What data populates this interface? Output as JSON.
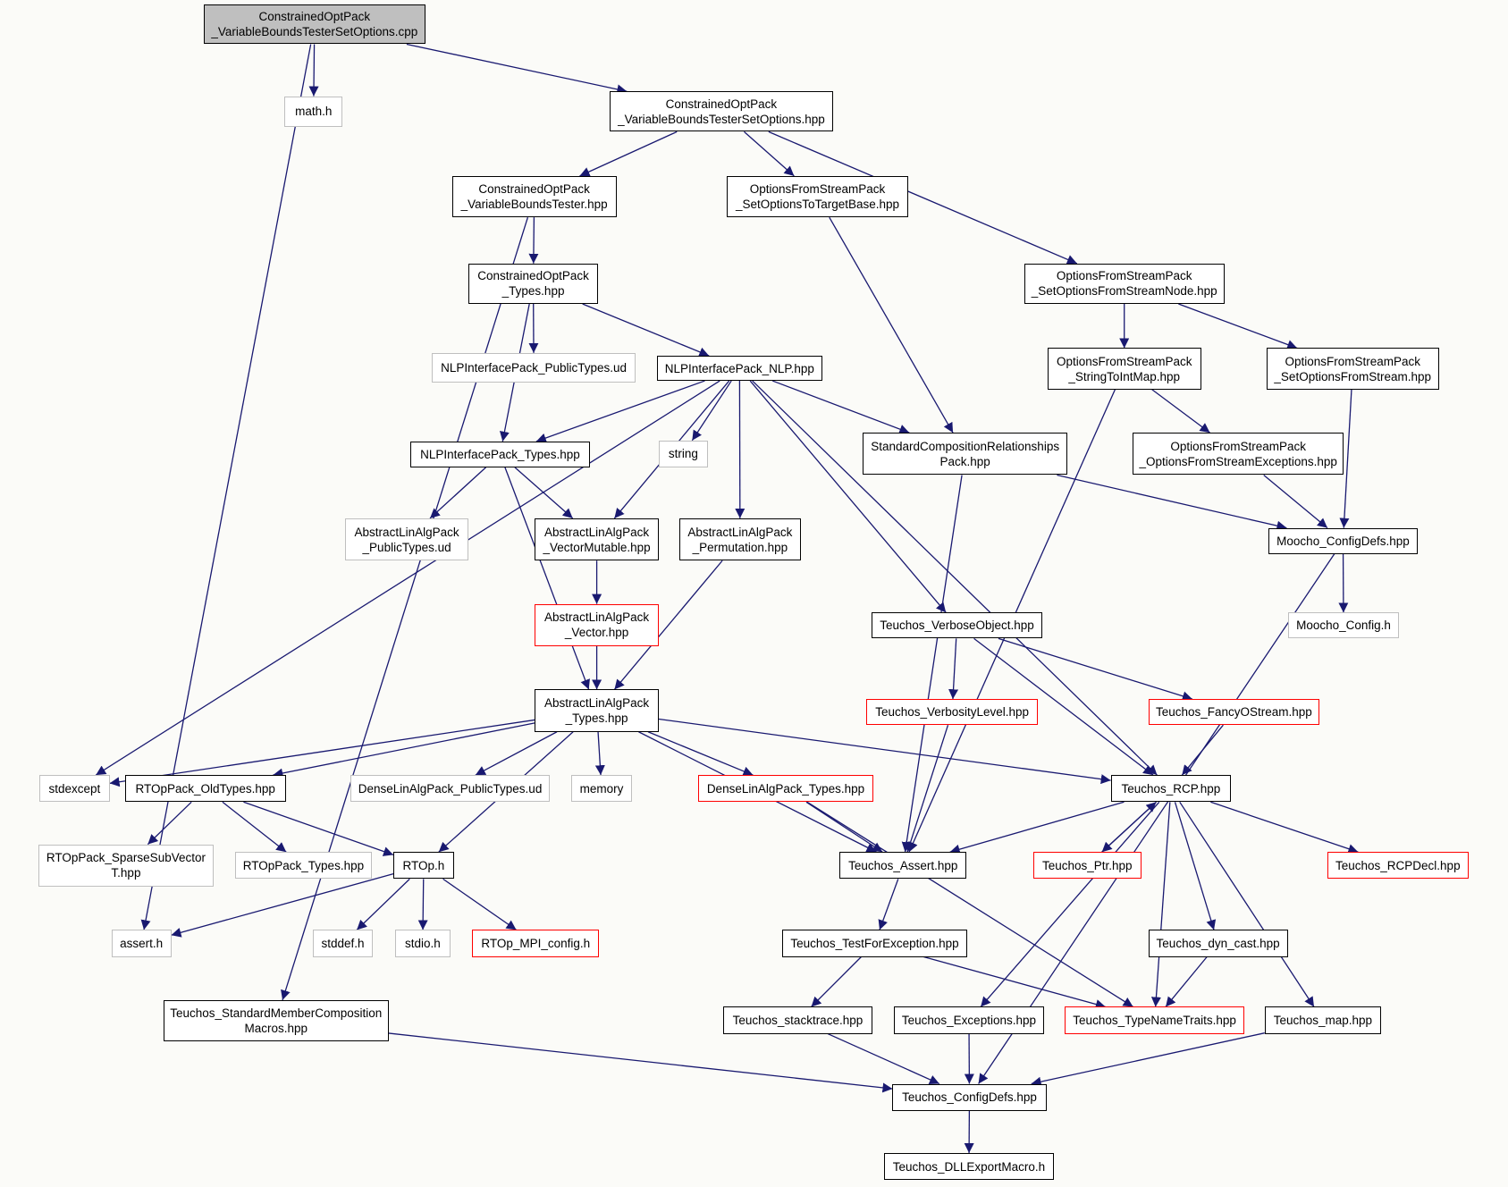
{
  "colors": {
    "edge": "#191970",
    "normal_border": "#000000",
    "external_border": "#bfbfbf",
    "truncated_border": "#ff0000",
    "root_fill": "#bfbfbf",
    "background": "#fbfbf8"
  },
  "nodes": [
    {
      "id": "root",
      "lines": [
        "ConstrainedOptPack",
        "_VariableBoundsTesterSetOptions.cpp"
      ],
      "kind": "root"
    },
    {
      "id": "math_h",
      "lines": [
        "math.h"
      ],
      "kind": "external"
    },
    {
      "id": "vbtso_hpp",
      "lines": [
        "ConstrainedOptPack",
        "_VariableBoundsTesterSetOptions.hpp"
      ],
      "kind": "normal"
    },
    {
      "id": "vbt_hpp",
      "lines": [
        "ConstrainedOptPack",
        "_VariableBoundsTester.hpp"
      ],
      "kind": "normal"
    },
    {
      "id": "sotb_hpp",
      "lines": [
        "OptionsFromStreamPack",
        "_SetOptionsToTargetBase.hpp"
      ],
      "kind": "normal"
    },
    {
      "id": "sofsn_hpp",
      "lines": [
        "OptionsFromStreamPack",
        "_SetOptionsFromStreamNode.hpp"
      ],
      "kind": "normal"
    },
    {
      "id": "cop_types",
      "lines": [
        "ConstrainedOptPack",
        "_Types.hpp"
      ],
      "kind": "normal"
    },
    {
      "id": "nlp_pub_ud",
      "lines": [
        "NLPInterfacePack_PublicTypes.ud"
      ],
      "kind": "external"
    },
    {
      "id": "nlp_hpp",
      "lines": [
        "NLPInterfacePack_NLP.hpp"
      ],
      "kind": "normal"
    },
    {
      "id": "stim_hpp",
      "lines": [
        "OptionsFromStreamPack",
        "_StringToIntMap.hpp"
      ],
      "kind": "normal"
    },
    {
      "id": "sofs_hpp",
      "lines": [
        "OptionsFromStreamPack",
        "_SetOptionsFromStream.hpp"
      ],
      "kind": "normal"
    },
    {
      "id": "nlp_types",
      "lines": [
        "NLPInterfacePack_Types.hpp"
      ],
      "kind": "normal"
    },
    {
      "id": "string",
      "lines": [
        "string"
      ],
      "kind": "external"
    },
    {
      "id": "scrp_hpp",
      "lines": [
        "StandardCompositionRelationships",
        "Pack.hpp"
      ],
      "kind": "normal"
    },
    {
      "id": "ofse_hpp",
      "lines": [
        "OptionsFromStreamPack",
        "_OptionsFromStreamExceptions.hpp"
      ],
      "kind": "normal"
    },
    {
      "id": "ala_pub_ud",
      "lines": [
        "AbstractLinAlgPack",
        "_PublicTypes.ud"
      ],
      "kind": "external"
    },
    {
      "id": "ala_vm",
      "lines": [
        "AbstractLinAlgPack",
        "_VectorMutable.hpp"
      ],
      "kind": "normal"
    },
    {
      "id": "ala_perm",
      "lines": [
        "AbstractLinAlgPack",
        "_Permutation.hpp"
      ],
      "kind": "normal"
    },
    {
      "id": "moocho_cd",
      "lines": [
        "Moocho_ConfigDefs.hpp"
      ],
      "kind": "normal"
    },
    {
      "id": "ala_vec",
      "lines": [
        "AbstractLinAlgPack",
        "_Vector.hpp"
      ],
      "kind": "truncated"
    },
    {
      "id": "moocho_cfg",
      "lines": [
        "Moocho_Config.h"
      ],
      "kind": "external"
    },
    {
      "id": "t_vo",
      "lines": [
        "Teuchos_VerboseObject.hpp"
      ],
      "kind": "normal"
    },
    {
      "id": "ala_types",
      "lines": [
        "AbstractLinAlgPack",
        "_Types.hpp"
      ],
      "kind": "normal"
    },
    {
      "id": "t_vl",
      "lines": [
        "Teuchos_VerbosityLevel.hpp"
      ],
      "kind": "truncated"
    },
    {
      "id": "t_fos",
      "lines": [
        "Teuchos_FancyOStream.hpp"
      ],
      "kind": "truncated"
    },
    {
      "id": "stdexcept",
      "lines": [
        "stdexcept"
      ],
      "kind": "external"
    },
    {
      "id": "rtop_old",
      "lines": [
        "RTOpPack_OldTypes.hpp"
      ],
      "kind": "normal"
    },
    {
      "id": "dla_pub_ud",
      "lines": [
        "DenseLinAlgPack_PublicTypes.ud"
      ],
      "kind": "external"
    },
    {
      "id": "memory",
      "lines": [
        "memory"
      ],
      "kind": "external"
    },
    {
      "id": "dla_types",
      "lines": [
        "DenseLinAlgPack_Types.hpp"
      ],
      "kind": "truncated"
    },
    {
      "id": "t_rcp",
      "lines": [
        "Teuchos_RCP.hpp"
      ],
      "kind": "normal"
    },
    {
      "id": "rtop_ssv",
      "lines": [
        "RTOpPack_SparseSubVector",
        "T.hpp"
      ],
      "kind": "external"
    },
    {
      "id": "rtop_types",
      "lines": [
        "RTOpPack_Types.hpp"
      ],
      "kind": "external"
    },
    {
      "id": "rtop_h",
      "lines": [
        "RTOp.h"
      ],
      "kind": "normal"
    },
    {
      "id": "t_assert",
      "lines": [
        "Teuchos_Assert.hpp"
      ],
      "kind": "normal"
    },
    {
      "id": "t_ptr",
      "lines": [
        "Teuchos_Ptr.hpp"
      ],
      "kind": "truncated"
    },
    {
      "id": "t_rcpdecl",
      "lines": [
        "Teuchos_RCPDecl.hpp"
      ],
      "kind": "truncated"
    },
    {
      "id": "assert_h",
      "lines": [
        "assert.h"
      ],
      "kind": "external"
    },
    {
      "id": "stddef_h",
      "lines": [
        "stddef.h"
      ],
      "kind": "external"
    },
    {
      "id": "stdio_h",
      "lines": [
        "stdio.h"
      ],
      "kind": "external"
    },
    {
      "id": "rtop_mpi",
      "lines": [
        "RTOp_MPI_config.h"
      ],
      "kind": "truncated"
    },
    {
      "id": "t_tfe",
      "lines": [
        "Teuchos_TestForException.hpp"
      ],
      "kind": "normal"
    },
    {
      "id": "t_dyn",
      "lines": [
        "Teuchos_dyn_cast.hpp"
      ],
      "kind": "normal"
    },
    {
      "id": "t_smcm",
      "lines": [
        "Teuchos_StandardMemberComposition",
        "Macros.hpp"
      ],
      "kind": "normal"
    },
    {
      "id": "t_st",
      "lines": [
        "Teuchos_stacktrace.hpp"
      ],
      "kind": "normal"
    },
    {
      "id": "t_exc",
      "lines": [
        "Teuchos_Exceptions.hpp"
      ],
      "kind": "normal"
    },
    {
      "id": "t_tnt",
      "lines": [
        "Teuchos_TypeNameTraits.hpp"
      ],
      "kind": "truncated"
    },
    {
      "id": "t_map",
      "lines": [
        "Teuchos_map.hpp"
      ],
      "kind": "normal"
    },
    {
      "id": "t_cd",
      "lines": [
        "Teuchos_ConfigDefs.hpp"
      ],
      "kind": "normal"
    },
    {
      "id": "t_dll",
      "lines": [
        "Teuchos_DLLExportMacro.h"
      ],
      "kind": "normal"
    }
  ],
  "edges": [
    [
      "root",
      "math_h"
    ],
    [
      "root",
      "vbtso_hpp"
    ],
    [
      "root",
      "assert_h"
    ],
    [
      "vbtso_hpp",
      "vbt_hpp"
    ],
    [
      "vbtso_hpp",
      "sotb_hpp"
    ],
    [
      "vbtso_hpp",
      "sofsn_hpp"
    ],
    [
      "vbt_hpp",
      "cop_types"
    ],
    [
      "vbt_hpp",
      "t_smcm"
    ],
    [
      "sotb_hpp",
      "scrp_hpp"
    ],
    [
      "sofsn_hpp",
      "stim_hpp"
    ],
    [
      "sofsn_hpp",
      "sofs_hpp"
    ],
    [
      "cop_types",
      "nlp_pub_ud"
    ],
    [
      "cop_types",
      "nlp_hpp"
    ],
    [
      "cop_types",
      "nlp_types"
    ],
    [
      "nlp_hpp",
      "nlp_types"
    ],
    [
      "nlp_hpp",
      "string"
    ],
    [
      "nlp_hpp",
      "scrp_hpp"
    ],
    [
      "nlp_hpp",
      "ala_vm"
    ],
    [
      "nlp_hpp",
      "ala_perm"
    ],
    [
      "nlp_hpp",
      "t_vo"
    ],
    [
      "nlp_hpp",
      "t_rcp"
    ],
    [
      "nlp_hpp",
      "stdexcept"
    ],
    [
      "stim_hpp",
      "ofse_hpp"
    ],
    [
      "stim_hpp",
      "t_assert"
    ],
    [
      "sofs_hpp",
      "moocho_cd"
    ],
    [
      "nlp_types",
      "ala_pub_ud"
    ],
    [
      "nlp_types",
      "ala_vm"
    ],
    [
      "nlp_types",
      "ala_types"
    ],
    [
      "scrp_hpp",
      "moocho_cd"
    ],
    [
      "scrp_hpp",
      "t_assert"
    ],
    [
      "ofse_hpp",
      "moocho_cd"
    ],
    [
      "ala_vm",
      "ala_vec"
    ],
    [
      "ala_vec",
      "ala_types"
    ],
    [
      "ala_perm",
      "ala_types"
    ],
    [
      "moocho_cd",
      "moocho_cfg"
    ],
    [
      "moocho_cd",
      "t_cd"
    ],
    [
      "t_vo",
      "t_vl"
    ],
    [
      "t_vo",
      "t_fos"
    ],
    [
      "t_vo",
      "t_rcp"
    ],
    [
      "t_vl",
      "t_assert"
    ],
    [
      "t_fos",
      "t_rcp"
    ],
    [
      "ala_types",
      "stdexcept"
    ],
    [
      "ala_types",
      "rtop_old"
    ],
    [
      "ala_types",
      "dla_pub_ud"
    ],
    [
      "ala_types",
      "memory"
    ],
    [
      "ala_types",
      "dla_types"
    ],
    [
      "ala_types",
      "t_rcp"
    ],
    [
      "ala_types",
      "rtop_h"
    ],
    [
      "ala_types",
      "t_assert"
    ],
    [
      "rtop_old",
      "rtop_ssv"
    ],
    [
      "rtop_old",
      "rtop_types"
    ],
    [
      "rtop_old",
      "rtop_h"
    ],
    [
      "dla_types",
      "t_assert"
    ],
    [
      "dla_types",
      "t_tnt"
    ],
    [
      "t_rcp",
      "t_assert"
    ],
    [
      "t_rcp",
      "t_ptr"
    ],
    [
      "t_rcp",
      "t_rcpdecl"
    ],
    [
      "t_rcp",
      "t_dyn"
    ],
    [
      "t_rcp",
      "t_tnt"
    ],
    [
      "t_rcp",
      "t_exc"
    ],
    [
      "t_rcp",
      "t_map"
    ],
    [
      "t_ptr",
      "t_rcp"
    ],
    [
      "rtop_h",
      "assert_h"
    ],
    [
      "rtop_h",
      "stddef_h"
    ],
    [
      "rtop_h",
      "stdio_h"
    ],
    [
      "rtop_h",
      "rtop_mpi"
    ],
    [
      "t_assert",
      "t_tfe"
    ],
    [
      "t_tfe",
      "t_st"
    ],
    [
      "t_tfe",
      "t_tnt"
    ],
    [
      "t_dyn",
      "t_tnt"
    ],
    [
      "t_smcm",
      "t_cd"
    ],
    [
      "t_st",
      "t_cd"
    ],
    [
      "t_exc",
      "t_cd"
    ],
    [
      "t_map",
      "t_cd"
    ],
    [
      "t_cd",
      "t_dll"
    ]
  ]
}
